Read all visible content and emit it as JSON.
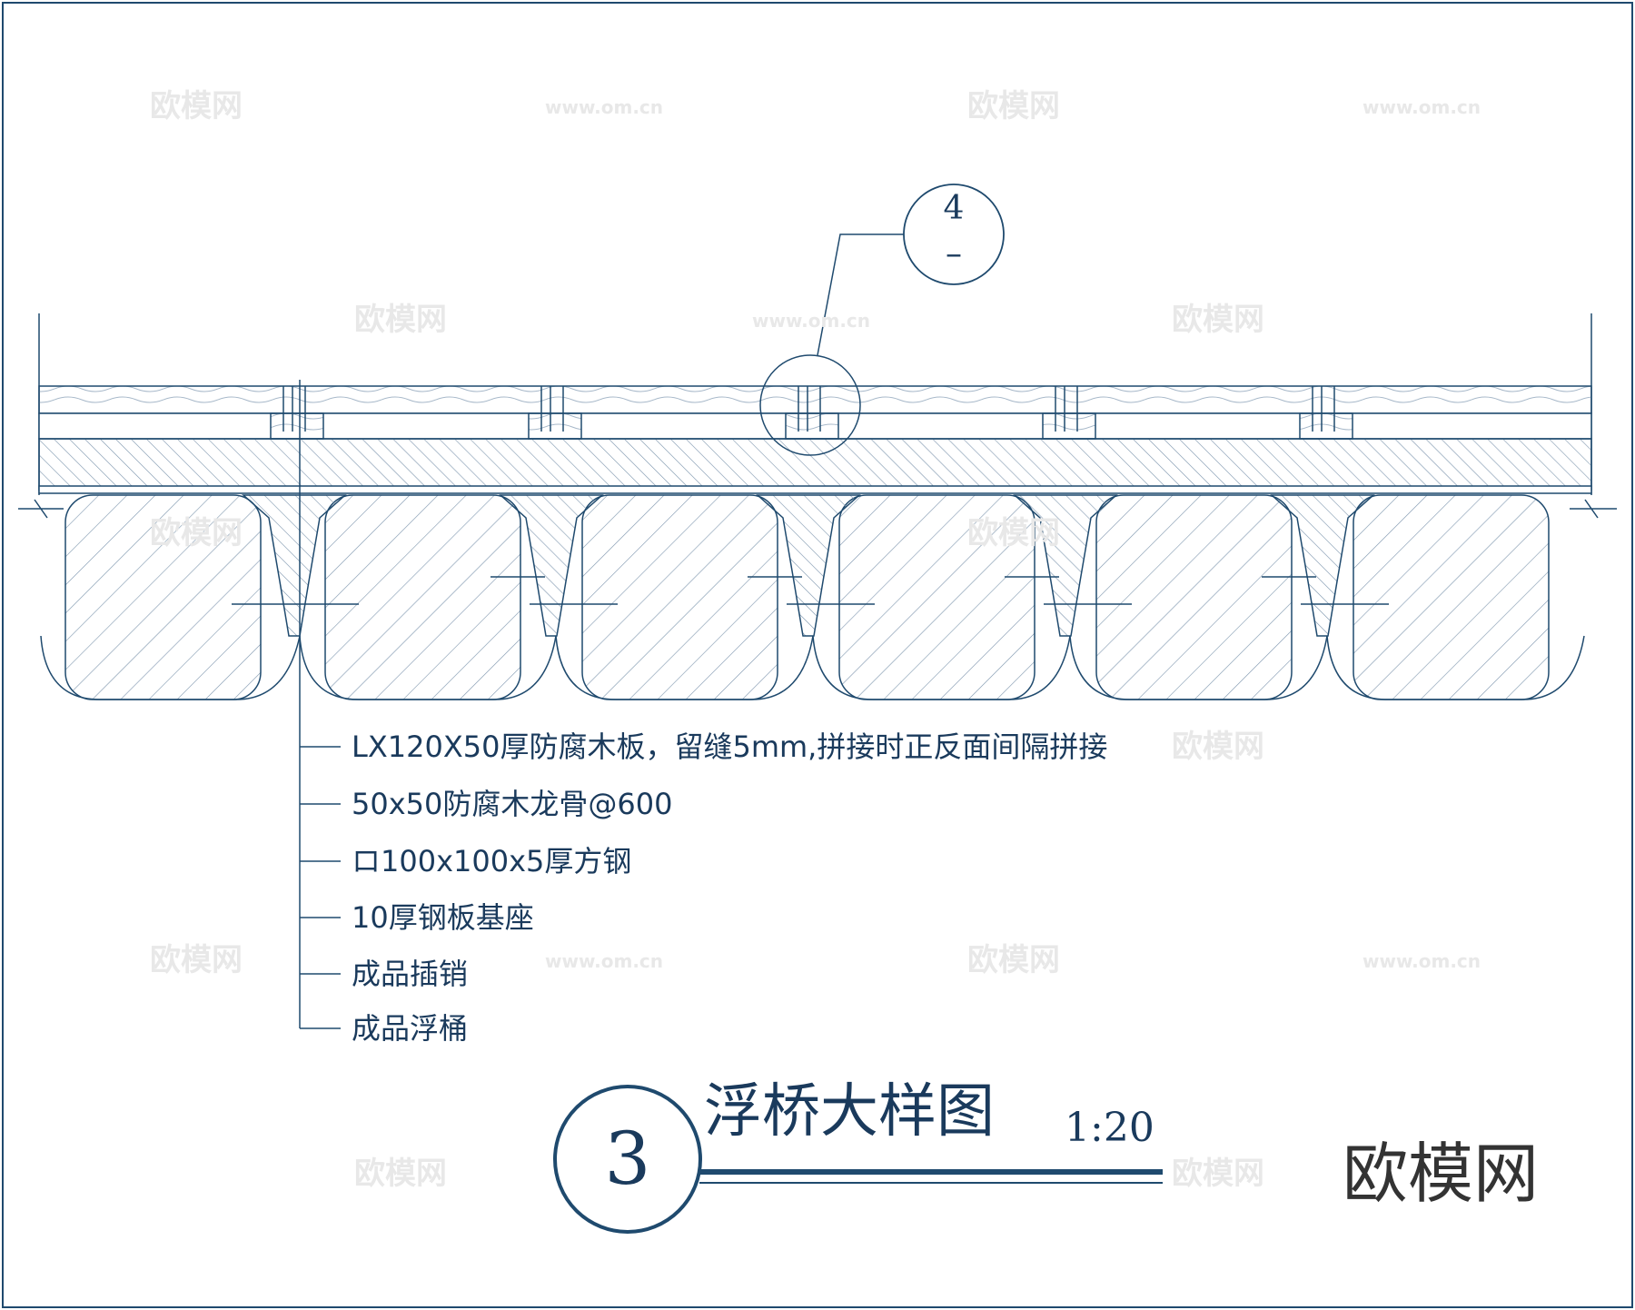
{
  "detail_ref": {
    "number": "4",
    "sheet": "–"
  },
  "notes": [
    "LX120X50厚防腐木板，留缝5mm,拼接时正反面间隔拼接",
    "50x50防腐木龙骨@600",
    "ロ100x100x5厚方钢",
    "10厚钢板基座",
    "成品插销",
    "成品浮桶"
  ],
  "title": {
    "number": "3",
    "text": "浮桥大样图",
    "scale": "1:20"
  },
  "watermark": {
    "brand": "欧模网",
    "site": "www.om.cn"
  },
  "colors": {
    "line": "#1f4a6e",
    "text": "#1a3a5c",
    "hatch": "#6f8aa3",
    "watermark_light": "#e8e8e8",
    "watermark_dark": "#333333"
  }
}
